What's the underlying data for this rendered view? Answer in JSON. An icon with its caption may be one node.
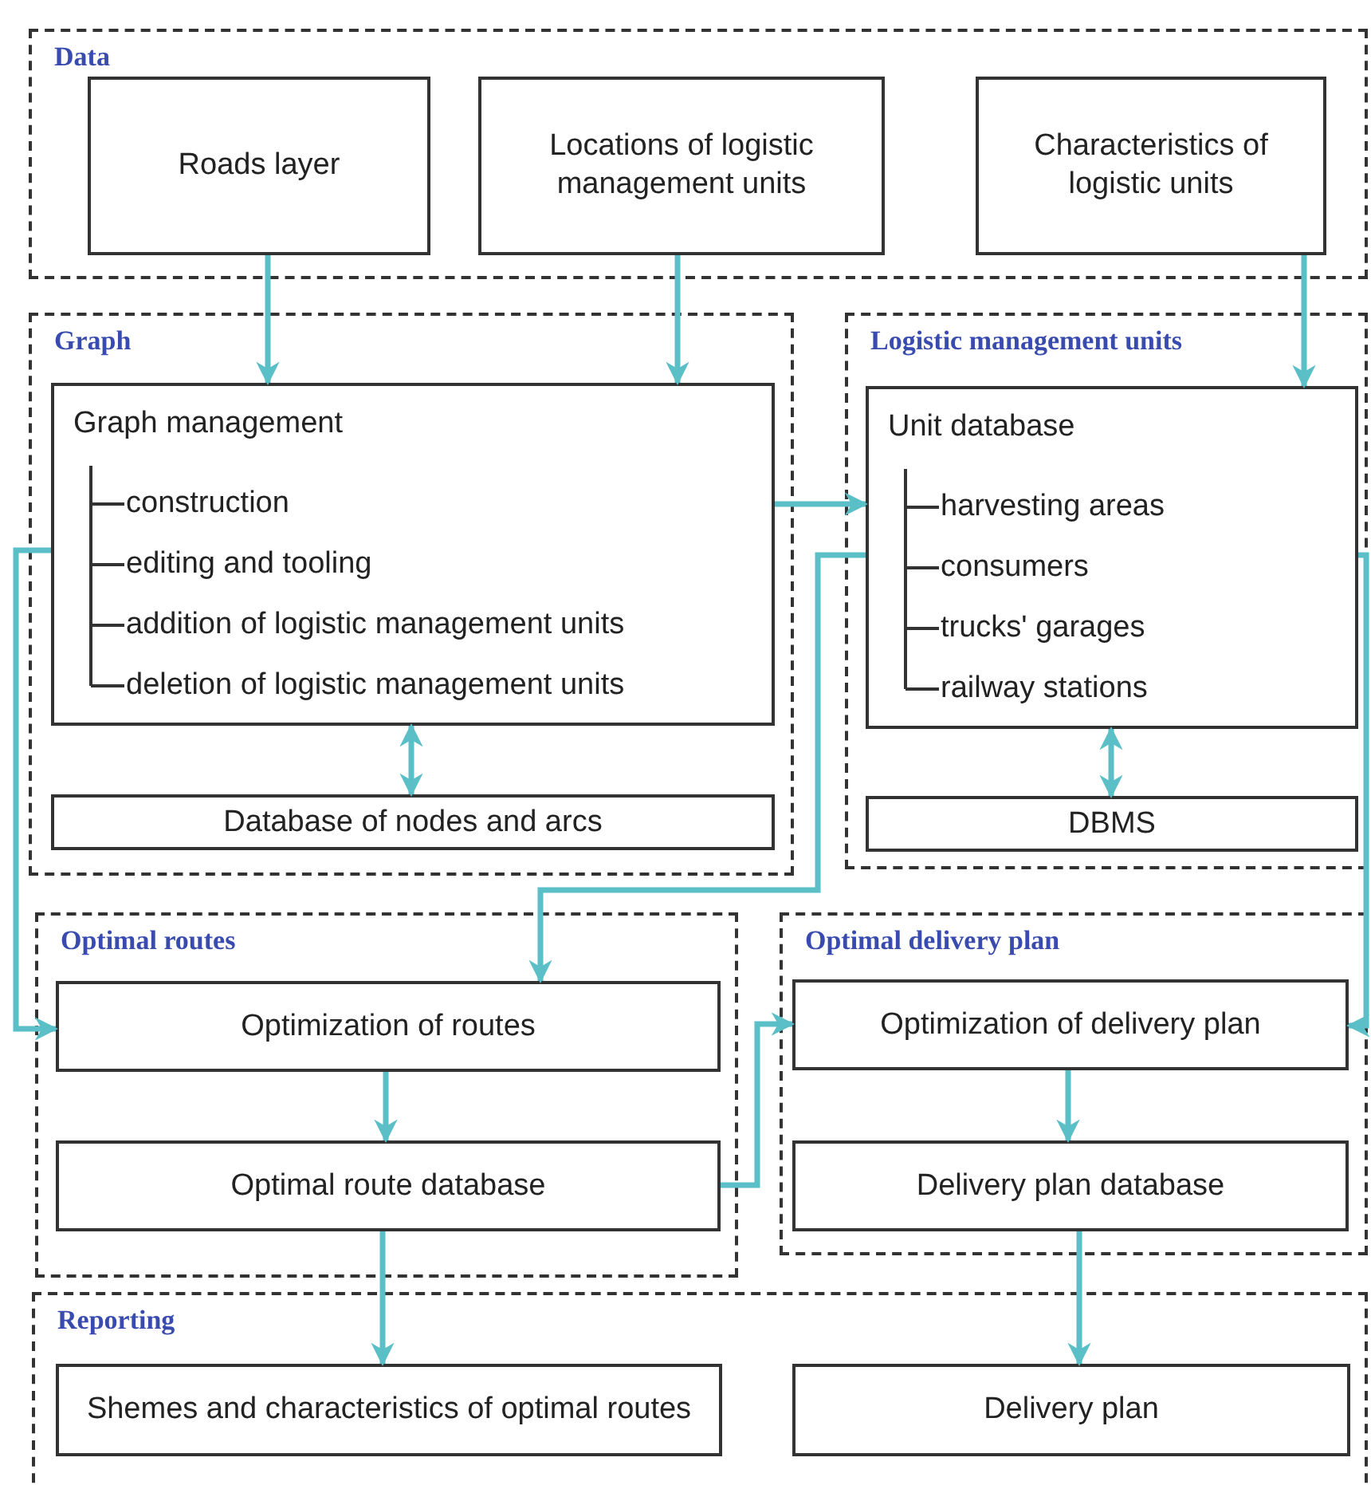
{
  "diagram": {
    "nodes": [
      {
        "text": [
          "Data"
        ]
      },
      {
        "text": [
          "Roads layer"
        ],
        "in": 0
      },
      {
        "text": [
          "Locations of logistic management units"
        ],
        "in": 0
      },
      {
        "text": [
          "Characteristics of logistic units"
        ],
        "in": 0
      },
      {
        "text": [
          "Graph"
        ]
      },
      {
        "text": [
          "Graph management",
          "construction",
          "editing and tooling",
          "addition of logistic management units",
          "deletion of logistic management units"
        ],
        "in": 4
      },
      {
        "text": [
          "Database of nodes and arcs"
        ],
        "in": 4
      },
      {
        "text": [
          "Logistic management units"
        ]
      },
      {
        "text": [
          "Unit database",
          "harvesting areas",
          "consumers",
          "trucks' garages",
          "railway stations"
        ],
        "in": 7
      },
      {
        "text": [
          "DBMS"
        ],
        "in": 7
      },
      {
        "text": [
          "Optimal routes"
        ]
      },
      {
        "text": [
          "Optimization of routes"
        ],
        "in": 10
      },
      {
        "text": [
          "Optimal route database"
        ],
        "in": 10
      },
      {
        "text": [
          "Optimal delivery plan"
        ]
      },
      {
        "text": [
          "Optimization of delivery plan"
        ],
        "in": 13
      },
      {
        "text": [
          "Delivery plan database"
        ],
        "in": 13
      },
      {
        "text": [
          "Reporting"
        ]
      },
      {
        "text": [
          "Shemes and characteristics of optimal routes"
        ],
        "in": 16
      },
      {
        "text": [
          "Delivery plan"
        ],
        "in": 16
      }
    ],
    "edges": [
      {
        "from": 1,
        "to": 5,
        "arrow": "to"
      },
      {
        "from": 2,
        "to": 5,
        "arrow": "to"
      },
      {
        "from": 3,
        "to": 8,
        "arrow": "to"
      },
      {
        "from": 5,
        "to": 8,
        "arrow": "to"
      },
      {
        "from": 5,
        "to": 6,
        "arrow": "both"
      },
      {
        "from": 8,
        "to": 9,
        "arrow": "both"
      },
      {
        "from": 5,
        "to": 11,
        "arrow": "to"
      },
      {
        "from": 8,
        "to": 11,
        "arrow": "to"
      },
      {
        "from": 8,
        "to": 14,
        "arrow": "to"
      },
      {
        "from": 11,
        "to": 12,
        "arrow": "to"
      },
      {
        "from": 12,
        "to": 14,
        "arrow": "to"
      },
      {
        "from": 14,
        "to": 15,
        "arrow": "to"
      },
      {
        "from": 12,
        "to": 17,
        "arrow": "to"
      },
      {
        "from": 15,
        "to": 18,
        "arrow": "to"
      }
    ]
  }
}
